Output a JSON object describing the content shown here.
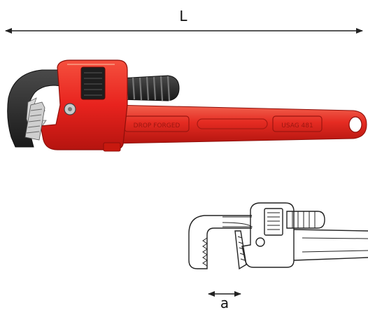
{
  "dimensions": {
    "length_label": "L",
    "jaw_opening_label": "a"
  },
  "colors": {
    "wrench_body": "#e8231e",
    "wrench_shadow": "#b5140f",
    "wrench_highlight": "#f56a52",
    "jaw_dark": "#2b2b2b",
    "jaw_teeth": "#d9d9d9",
    "line": "#222222"
  },
  "handle_embossing": {
    "left_text": "DROP FORGED",
    "right_text": "USAG 481"
  }
}
